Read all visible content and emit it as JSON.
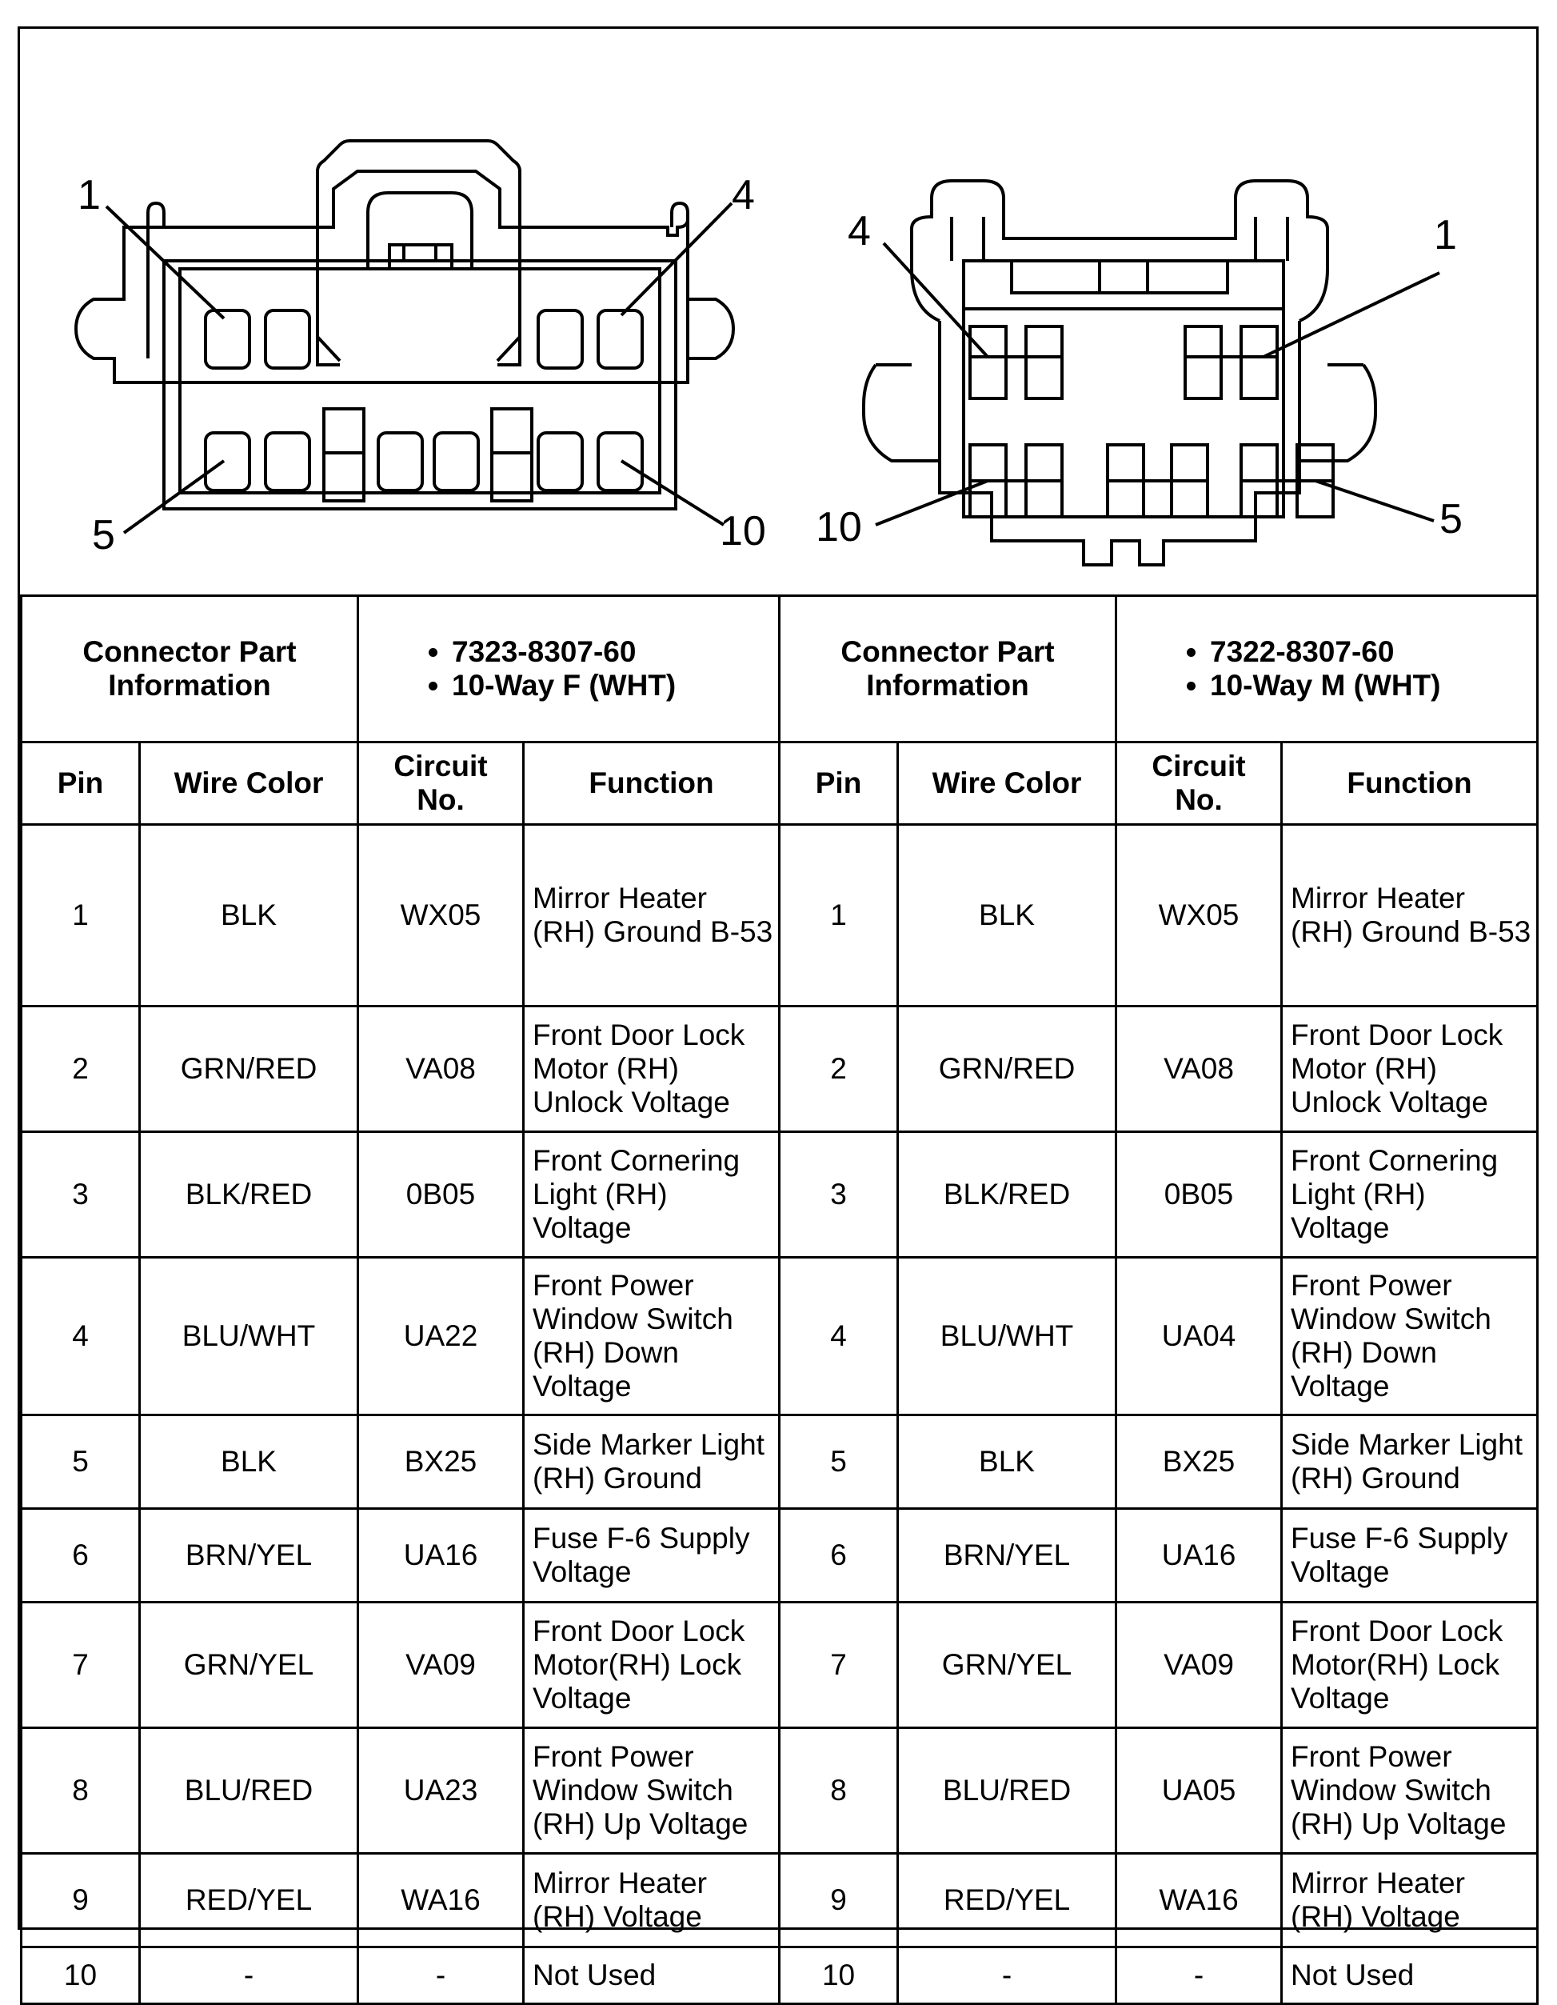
{
  "diagram": {
    "left_connector": {
      "pin_labels": [
        "1",
        "4",
        "5",
        "10"
      ]
    },
    "right_connector": {
      "pin_labels": [
        "4",
        "1",
        "10",
        "5"
      ]
    }
  },
  "left": {
    "info_label": "Connector Part Information",
    "part_bullets": [
      "7323-8307-60",
      "10-Way F (WHT)"
    ],
    "rows": [
      {
        "pin": "1",
        "wire_color": "BLK",
        "circuit": "WX05",
        "function": "Mirror Heater (RH) Ground B-53"
      },
      {
        "pin": "2",
        "wire_color": "GRN/RED",
        "circuit": "VA08",
        "function": "Front Door Lock Motor (RH) Unlock Voltage"
      },
      {
        "pin": "3",
        "wire_color": "BLK/RED",
        "circuit": "0B05",
        "function": "Front Cornering Light (RH) Voltage"
      },
      {
        "pin": "4",
        "wire_color": "BLU/WHT",
        "circuit": "UA22",
        "function": "Front Power Window Switch (RH) Down Voltage"
      },
      {
        "pin": "5",
        "wire_color": "BLK",
        "circuit": "BX25",
        "function": "Side Marker Light (RH) Ground"
      },
      {
        "pin": "6",
        "wire_color": "BRN/YEL",
        "circuit": "UA16",
        "function": "Fuse F-6 Supply Voltage"
      },
      {
        "pin": "7",
        "wire_color": "GRN/YEL",
        "circuit": "VA09",
        "function": "Front Door Lock Motor(RH) Lock Voltage"
      },
      {
        "pin": "8",
        "wire_color": "BLU/RED",
        "circuit": "UA23",
        "function": "Front Power Window Switch (RH) Up Voltage"
      },
      {
        "pin": "9",
        "wire_color": "RED/YEL",
        "circuit": "WA16",
        "function": "Mirror Heater (RH) Voltage"
      },
      {
        "pin": "10",
        "wire_color": "-",
        "circuit": "-",
        "function": "Not Used"
      }
    ]
  },
  "right": {
    "info_label": "Connector Part Information",
    "part_bullets": [
      "7322-8307-60",
      "10-Way M (WHT)"
    ],
    "rows": [
      {
        "pin": "1",
        "wire_color": "BLK",
        "circuit": "WX05",
        "function": "Mirror Heater (RH) Ground B-53"
      },
      {
        "pin": "2",
        "wire_color": "GRN/RED",
        "circuit": "VA08",
        "function": "Front Door Lock Motor (RH) Unlock Voltage"
      },
      {
        "pin": "3",
        "wire_color": "BLK/RED",
        "circuit": "0B05",
        "function": "Front Cornering Light (RH) Voltage"
      },
      {
        "pin": "4",
        "wire_color": "BLU/WHT",
        "circuit": "UA04",
        "function": "Front Power Window Switch (RH) Down Voltage"
      },
      {
        "pin": "5",
        "wire_color": "BLK",
        "circuit": "BX25",
        "function": "Side Marker Light (RH) Ground"
      },
      {
        "pin": "6",
        "wire_color": "BRN/YEL",
        "circuit": "UA16",
        "function": "Fuse F-6 Supply Voltage"
      },
      {
        "pin": "7",
        "wire_color": "GRN/YEL",
        "circuit": "VA09",
        "function": "Front Door Lock Motor(RH) Lock Voltage"
      },
      {
        "pin": "8",
        "wire_color": "BLU/RED",
        "circuit": "UA05",
        "function": "Front Power Window Switch (RH) Up Voltage"
      },
      {
        "pin": "9",
        "wire_color": "RED/YEL",
        "circuit": "WA16",
        "function": "Mirror Heater (RH) Voltage"
      },
      {
        "pin": "10",
        "wire_color": "-",
        "circuit": "-",
        "function": "Not Used"
      }
    ]
  },
  "columns": {
    "pin": "Pin",
    "wire_color": "Wire Color",
    "circuit": "Circuit No.",
    "function": "Function"
  }
}
